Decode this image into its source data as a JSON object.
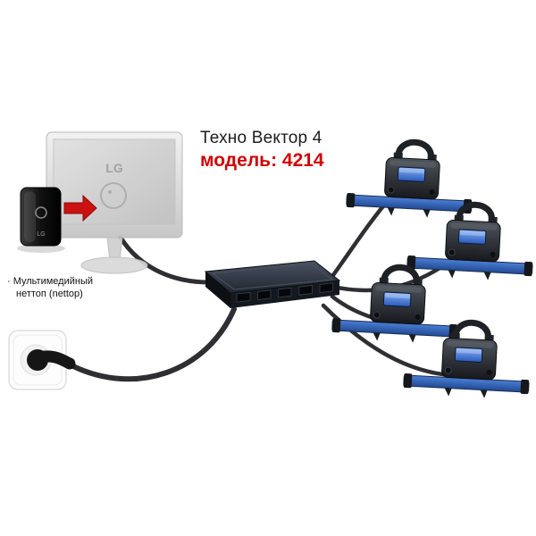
{
  "title": {
    "product": "Техно Вектор 4",
    "model": "модель: 4214"
  },
  "labels": {
    "nettop_line1": "· Мультимедийный",
    "nettop_line2": "неттоп (nettop)",
    "monitor_brand": "LG"
  },
  "colors": {
    "model_red": "#d10000",
    "arrow_red": "#cc1111",
    "sensor_bar_blue": "#2f5fb5",
    "sensor_screen_blue": "#4d86e8",
    "switch_dark": "#232a36",
    "cable_dark": "#2f2f33",
    "monitor_grey": "#d8d8d8"
  },
  "components": {
    "monitor": "lg-monitor",
    "nettop": "multimedia-nettop",
    "switch": "network-switch",
    "outlet": "power-outlet",
    "sensors": [
      "sensor-head-1",
      "sensor-head-2",
      "sensor-head-3",
      "sensor-head-4"
    ]
  }
}
